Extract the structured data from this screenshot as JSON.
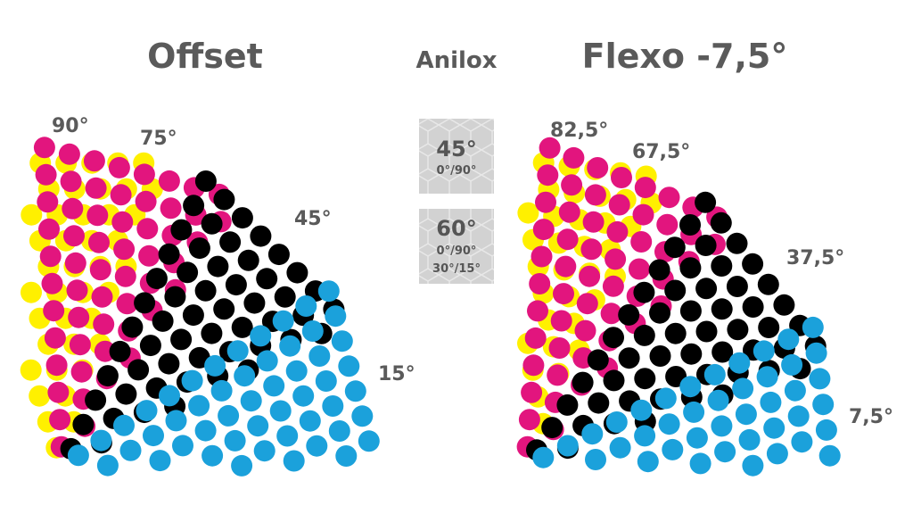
{
  "colors": {
    "yellow": "#fff000",
    "magenta": "#e2157e",
    "black": "#000000",
    "cyan": "#1ba1db",
    "text": "#5a5a5a",
    "box_fill": "#d2d2d2"
  },
  "offset": {
    "title": "Offset",
    "angles": [
      {
        "label": "90°",
        "deg": 90,
        "color": "yellow"
      },
      {
        "label": "75°",
        "deg": 75,
        "color": "magenta"
      },
      {
        "label": "45°",
        "deg": 45,
        "color": "black"
      },
      {
        "label": "15°",
        "deg": 15,
        "color": "cyan"
      }
    ]
  },
  "anilox": {
    "title": "Anilox",
    "box_45": {
      "big": "45°",
      "line1": "0°/90°"
    },
    "box_60": {
      "big": "60°",
      "line1": "0°/90°",
      "line2": "30°/15°"
    }
  },
  "flexo": {
    "title": "Flexo -7,5°",
    "angles": [
      {
        "label": "82,5°",
        "deg": 82.5,
        "color": "yellow"
      },
      {
        "label": "67,5°",
        "deg": 67.5,
        "color": "magenta"
      },
      {
        "label": "37,5°",
        "deg": 37.5,
        "color": "black"
      },
      {
        "label": "7,5°",
        "deg": 7.5,
        "color": "cyan"
      }
    ]
  }
}
